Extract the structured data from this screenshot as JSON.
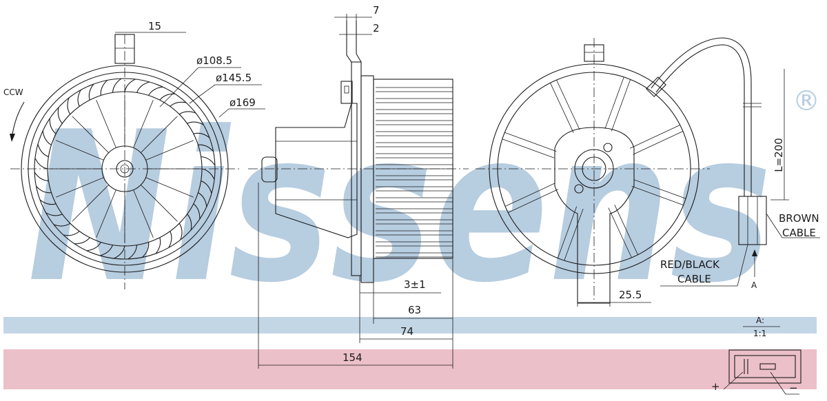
{
  "brand": {
    "watermark": "Nissens",
    "registered_mark": "®",
    "watermark_color": "#b7cde0",
    "band_blue": "#c3d6e6",
    "band_pink": "#ecc0c8"
  },
  "front_view": {
    "rotation": "CCW",
    "dim_shaft": "15",
    "dia_inner": "ø108.5",
    "dia_mid": "ø145.5",
    "dia_outer": "ø169"
  },
  "side_view": {
    "dim_flange_total": "7",
    "dim_flange_part": "2",
    "dim_gap": "3±1",
    "dim_wheel": "63",
    "dim_housing": "74",
    "dim_overall": "154"
  },
  "rear_view": {
    "dim_cable_length": "L=200",
    "dim_offset": "25.5",
    "brown_cable": [
      "BROWN",
      "CABLE"
    ],
    "red_black_cable": [
      "RED/BLACK",
      "CABLE"
    ],
    "detail_ref": "A"
  },
  "connector_detail": {
    "label": "A:",
    "scale": "1:1",
    "plus": "+",
    "minus": "−"
  }
}
